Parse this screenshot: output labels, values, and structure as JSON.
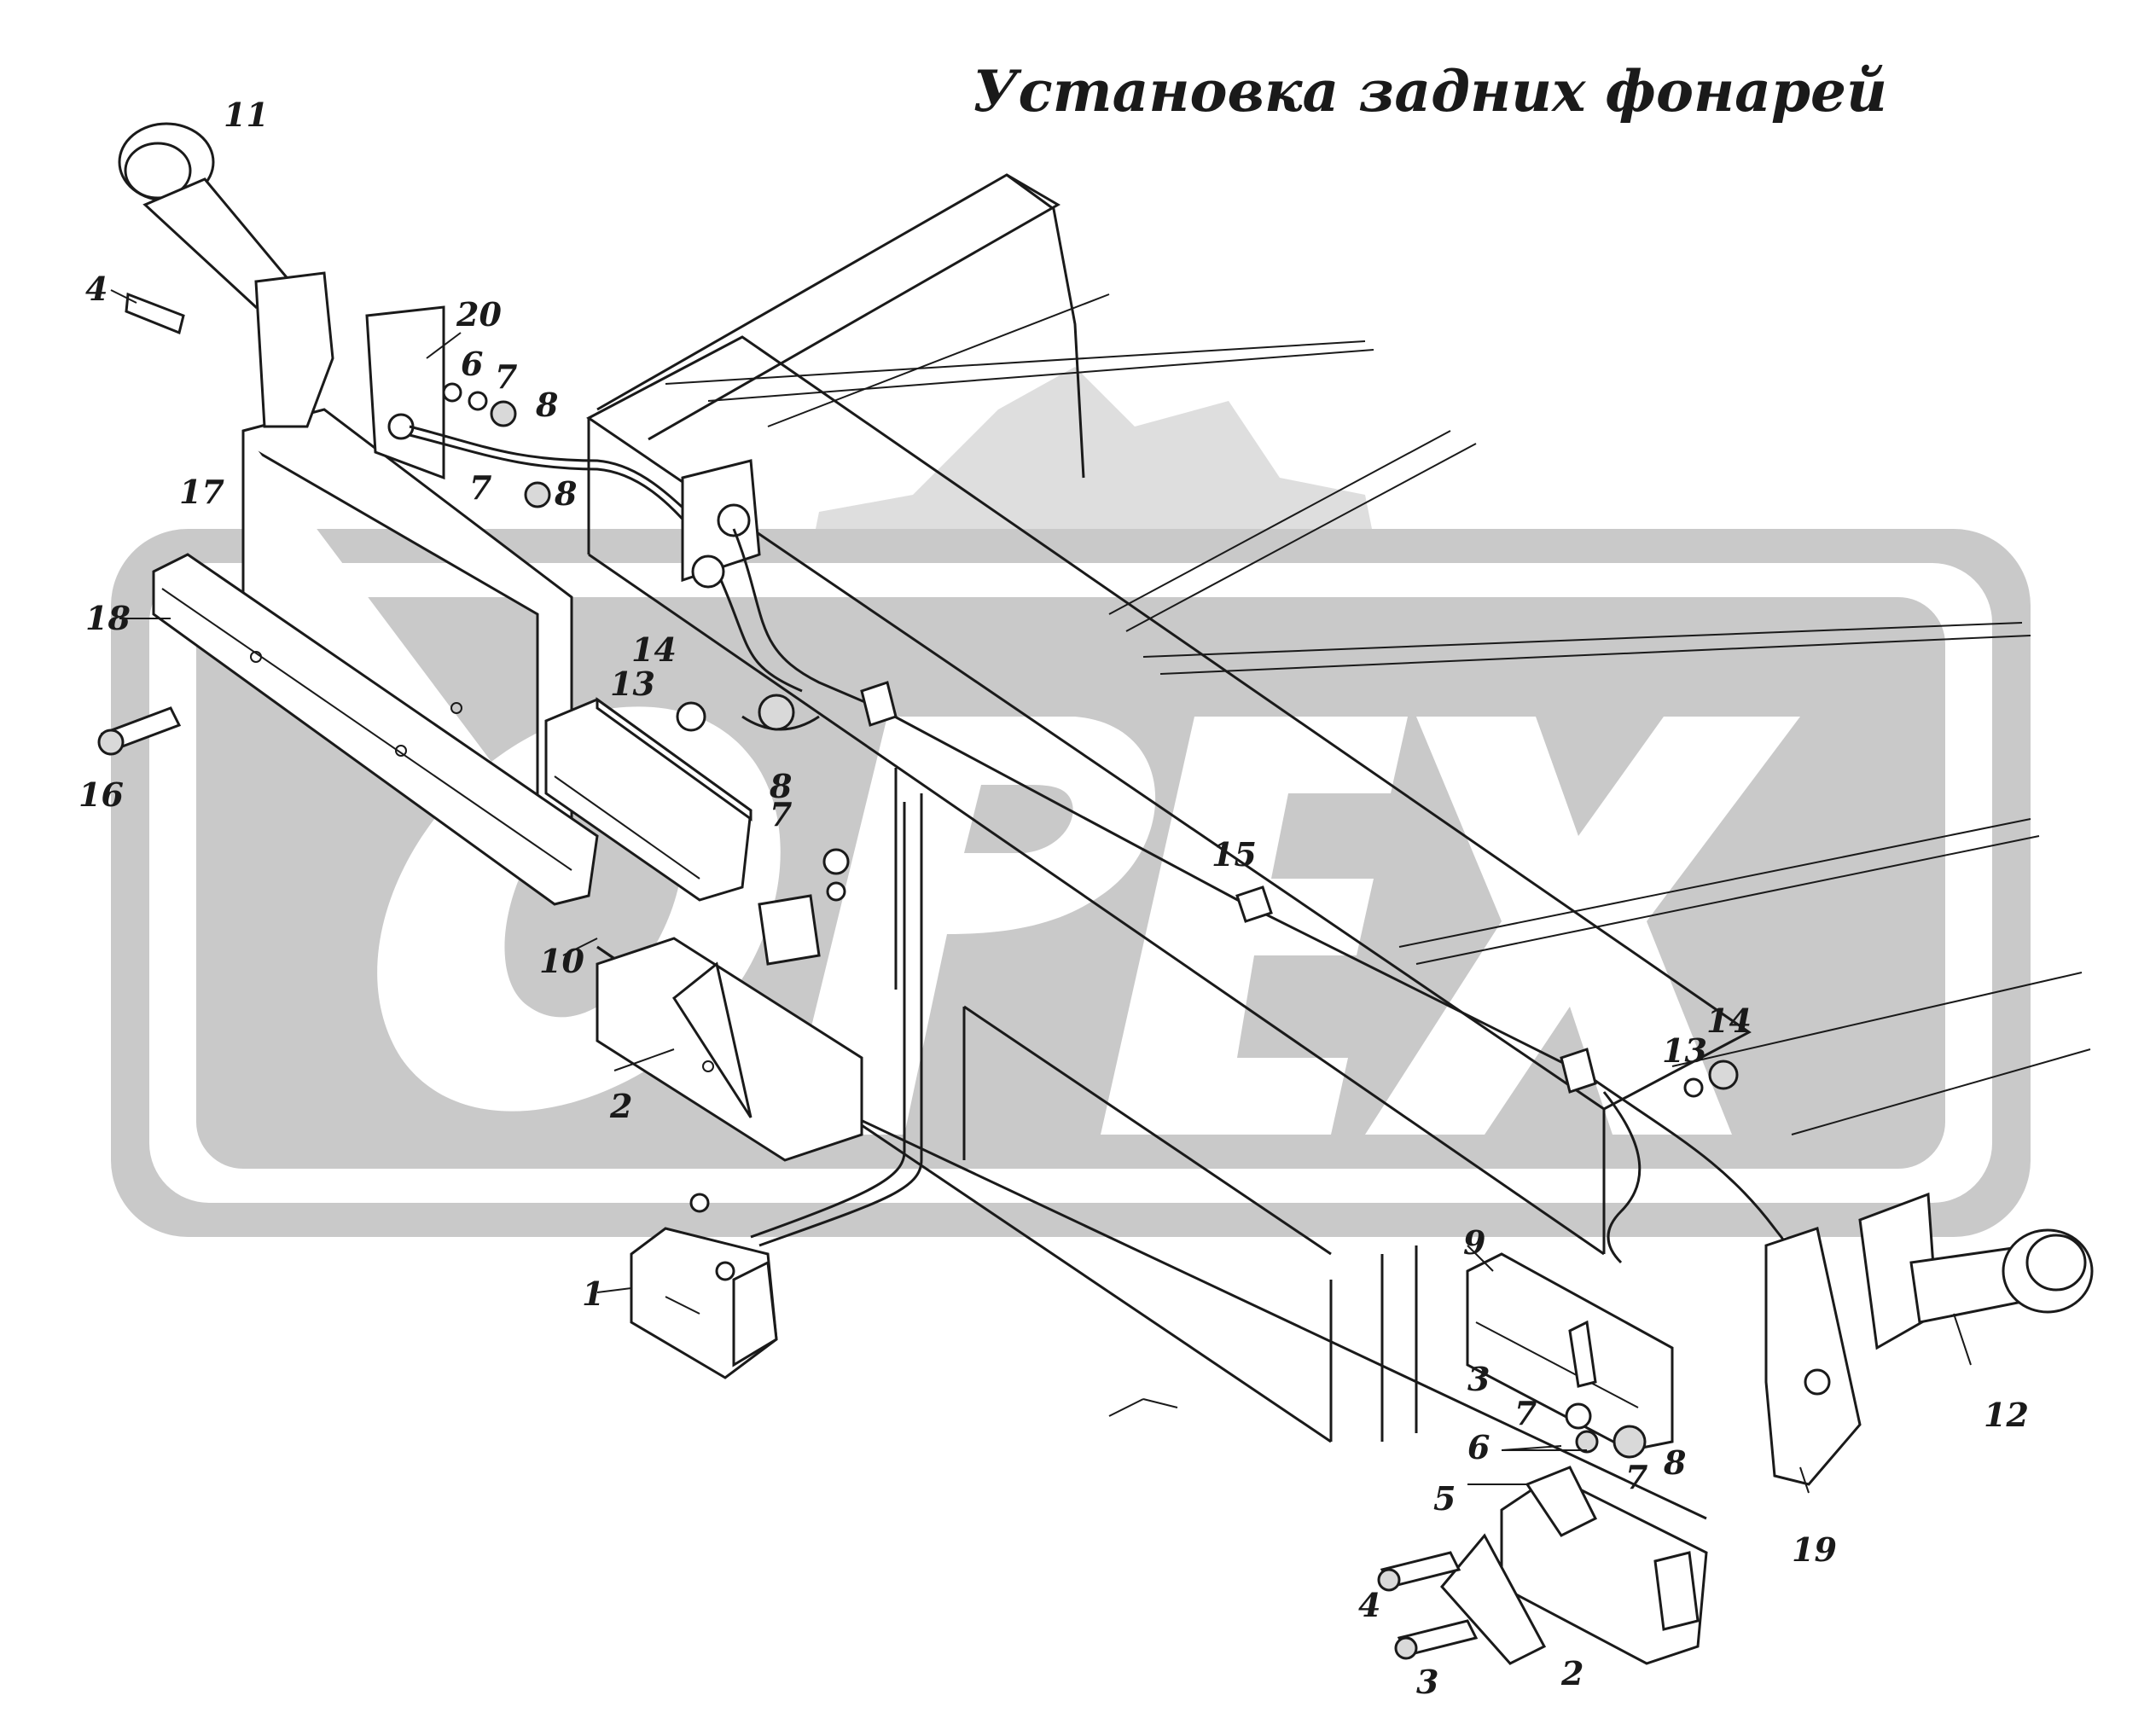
{
  "title": "Установка задних фонарей",
  "watermark": {
    "text": "OPEX",
    "color": "#c9c9c9"
  },
  "callouts": [
    {
      "id": "c11a",
      "label": "11"
    },
    {
      "id": "c4a",
      "label": "4"
    },
    {
      "id": "c20",
      "label": "20"
    },
    {
      "id": "c6a",
      "label": "6"
    },
    {
      "id": "c7a",
      "label": "7"
    },
    {
      "id": "c8a",
      "label": "8"
    },
    {
      "id": "c17",
      "label": "17"
    },
    {
      "id": "c7b",
      "label": "7"
    },
    {
      "id": "c8b",
      "label": "8"
    },
    {
      "id": "c18",
      "label": "18"
    },
    {
      "id": "c14a",
      "label": "14"
    },
    {
      "id": "c13a",
      "label": "13"
    },
    {
      "id": "c16",
      "label": "16"
    },
    {
      "id": "c8c",
      "label": "8"
    },
    {
      "id": "c7c",
      "label": "7"
    },
    {
      "id": "c15",
      "label": "15"
    },
    {
      "id": "c10",
      "label": "10"
    },
    {
      "id": "c2a",
      "label": "2"
    },
    {
      "id": "c14b",
      "label": "14"
    },
    {
      "id": "c13b",
      "label": "13"
    },
    {
      "id": "c1",
      "label": "1"
    },
    {
      "id": "c9",
      "label": "9"
    },
    {
      "id": "c3a",
      "label": "3"
    },
    {
      "id": "c7d",
      "label": "7"
    },
    {
      "id": "c6b",
      "label": "6"
    },
    {
      "id": "c7e",
      "label": "7"
    },
    {
      "id": "c8d",
      "label": "8"
    },
    {
      "id": "c5",
      "label": "5"
    },
    {
      "id": "c12",
      "label": "12"
    },
    {
      "id": "c19",
      "label": "19"
    },
    {
      "id": "c4b",
      "label": "4"
    },
    {
      "id": "c3b",
      "label": "3"
    },
    {
      "id": "c2b",
      "label": "2"
    }
  ]
}
